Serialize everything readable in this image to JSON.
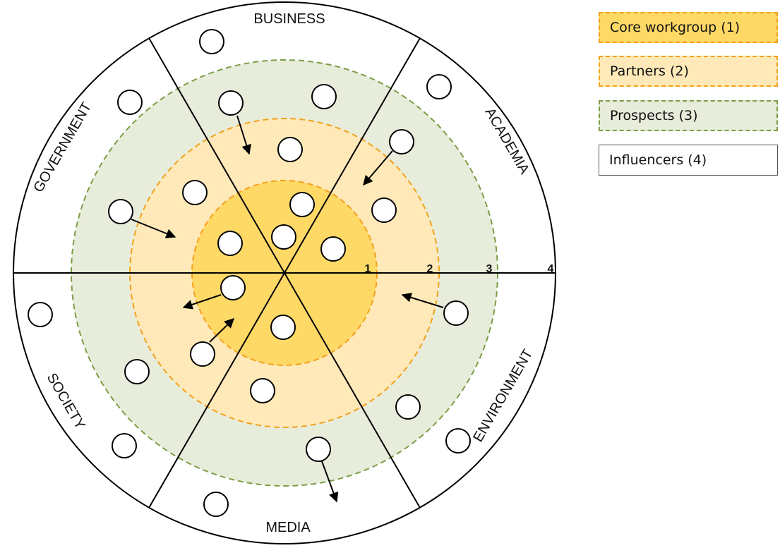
{
  "sectors": [
    "BUSINESS",
    "ACADEMIA",
    "ENVIRONMENT",
    "MEDIA",
    "SOCIETY",
    "GOVERNMENT"
  ],
  "ring_numbers": [
    "1",
    "2",
    "3",
    "4"
  ],
  "legend": {
    "core": "Core workgroup (1)",
    "partners": "Partners (2)",
    "prospects": "Prospects (3)",
    "influencers": "Influencers (4)"
  },
  "colors": {
    "core_fill": "#ffd966",
    "partners_fill": "#ffe9b8",
    "prospects_fill": "#e7ecdb",
    "orange_dash": "#f2a11c",
    "green_dash": "#7d9d47"
  }
}
